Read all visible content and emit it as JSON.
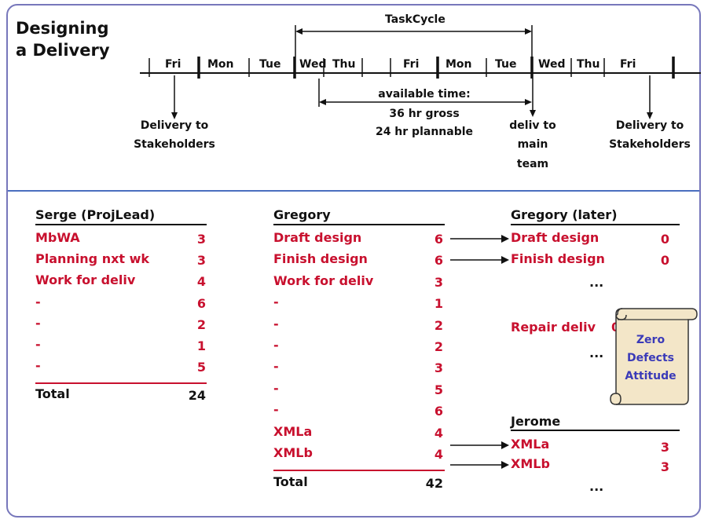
{
  "title": {
    "line1": "Designing",
    "line2": "a Delivery"
  },
  "timeline": {
    "days": [
      "Fri",
      "Mon",
      "Tue",
      "Wed",
      "Thu",
      "Fri",
      "Mon",
      "Tue",
      "Wed",
      "Thu",
      "Fri"
    ],
    "taskcycle": "TaskCycle",
    "available": [
      "available time:",
      "36 hr gross",
      "24 hr plannable"
    ],
    "delivery_left": [
      "Delivery to",
      "Stakeholders"
    ],
    "deliv_main": [
      "deliv to",
      "main",
      "team"
    ],
    "delivery_right": [
      "Delivery to",
      "Stakeholders"
    ]
  },
  "serge": {
    "header": "Serge (ProjLead)",
    "rows": [
      {
        "task": "MbWA",
        "hours": "3"
      },
      {
        "task": "Planning nxt wk",
        "hours": "3"
      },
      {
        "task": "Work for deliv",
        "hours": "4"
      },
      {
        "task": "-",
        "hours": "6"
      },
      {
        "task": "-",
        "hours": "2"
      },
      {
        "task": "-",
        "hours": "1"
      },
      {
        "task": "-",
        "hours": "5"
      }
    ],
    "total_label": "Total",
    "total_value": "24"
  },
  "gregory": {
    "header": "Gregory",
    "rows": [
      {
        "task": "Draft design",
        "hours": "6"
      },
      {
        "task": "Finish design",
        "hours": "6"
      },
      {
        "task": "Work for deliv",
        "hours": "3"
      },
      {
        "task": "-",
        "hours": "1"
      },
      {
        "task": "-",
        "hours": "2"
      },
      {
        "task": "-",
        "hours": "2"
      },
      {
        "task": "-",
        "hours": "3"
      },
      {
        "task": "-",
        "hours": "5"
      },
      {
        "task": "-",
        "hours": "6"
      },
      {
        "task": "XMLa",
        "hours": "4"
      },
      {
        "task": "XMLb",
        "hours": "4"
      }
    ],
    "total_label": "Total",
    "total_value": "42"
  },
  "gregory_later": {
    "header": "Gregory (later)",
    "rows": [
      {
        "task": "Draft design",
        "hours": "0"
      },
      {
        "task": "Finish design",
        "hours": "0"
      }
    ],
    "ellipsis": "...",
    "repair": {
      "task": "Repair deliv",
      "hours": "0"
    },
    "ellipsis2": "..."
  },
  "scroll": {
    "line1": "Zero",
    "line2": "Defects",
    "line3": "Attitude"
  },
  "jerome": {
    "header": "Jerome",
    "rows": [
      {
        "task": "XMLa",
        "hours": "3"
      },
      {
        "task": "XMLb",
        "hours": "3"
      }
    ],
    "ellipsis": "..."
  },
  "colors": {
    "task_red": "#c8102e",
    "border_blue": "#7777bb",
    "divider_blue": "#4a6ebf",
    "scroll_fill": "#f3e6c8",
    "scroll_text": "#3a3ab8"
  }
}
